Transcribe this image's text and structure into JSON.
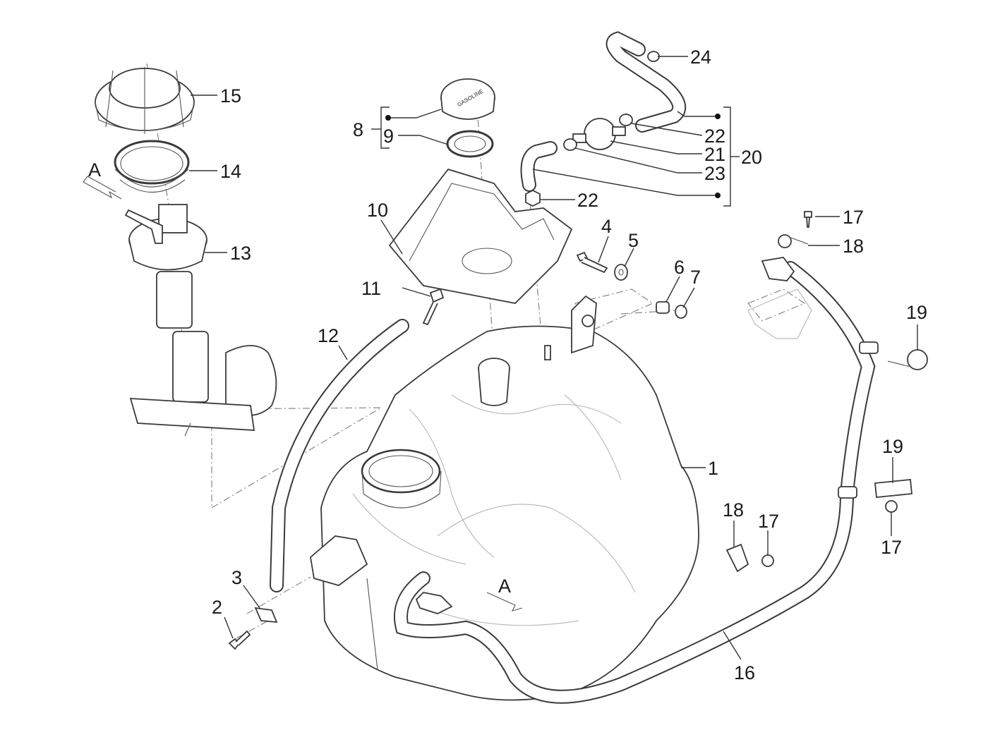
{
  "diagram": {
    "title": "Fuel tank assembly exploded view",
    "callouts": [
      {
        "id": "c1",
        "label": "1",
        "part": "fuel-tank"
      },
      {
        "id": "c2",
        "label": "2",
        "part": "screw"
      },
      {
        "id": "c3",
        "label": "3",
        "part": "clip-nut"
      },
      {
        "id": "c4",
        "label": "4",
        "part": "bolt"
      },
      {
        "id": "c5",
        "label": "5",
        "part": "washer"
      },
      {
        "id": "c6",
        "label": "6",
        "part": "spacer"
      },
      {
        "id": "c7",
        "label": "7",
        "part": "nut"
      },
      {
        "id": "c8",
        "label": "8",
        "part": "fuel-cap-assembly"
      },
      {
        "id": "c9",
        "label": "9",
        "part": "gasket"
      },
      {
        "id": "c10",
        "label": "10",
        "part": "filler-tray"
      },
      {
        "id": "c11",
        "label": "11",
        "part": "drain-fitting"
      },
      {
        "id": "c12",
        "label": "12",
        "part": "drain-hose"
      },
      {
        "id": "c13",
        "label": "13",
        "part": "fuel-pump"
      },
      {
        "id": "c14",
        "label": "14",
        "part": "pump-seal"
      },
      {
        "id": "c15",
        "label": "15",
        "part": "ring-nut"
      },
      {
        "id": "c16",
        "label": "16",
        "part": "fuel-hose"
      },
      {
        "id": "c17a",
        "label": "17",
        "part": "screw"
      },
      {
        "id": "c18a",
        "label": "18",
        "part": "hose-clamp"
      },
      {
        "id": "c19a",
        "label": "19",
        "part": "hose-clip"
      },
      {
        "id": "c19b",
        "label": "19",
        "part": "hose-clip"
      },
      {
        "id": "c17b",
        "label": "17",
        "part": "nut"
      },
      {
        "id": "c18b",
        "label": "18",
        "part": "bracket-clamp"
      },
      {
        "id": "c17c",
        "label": "17",
        "part": "screw"
      },
      {
        "id": "c20",
        "label": "20",
        "part": "vent-hose-assembly"
      },
      {
        "id": "c21",
        "label": "21",
        "part": "vent-valve"
      },
      {
        "id": "c22a",
        "label": "22",
        "part": "clamp"
      },
      {
        "id": "c22b",
        "label": "22",
        "part": "clamp"
      },
      {
        "id": "c23",
        "label": "23",
        "part": "nut"
      },
      {
        "id": "c24",
        "label": "24",
        "part": "clamp"
      }
    ],
    "view_markers": [
      {
        "id": "A1",
        "label": "A"
      },
      {
        "id": "A2",
        "label": "A"
      }
    ],
    "cap_text": "GASOLINE"
  }
}
